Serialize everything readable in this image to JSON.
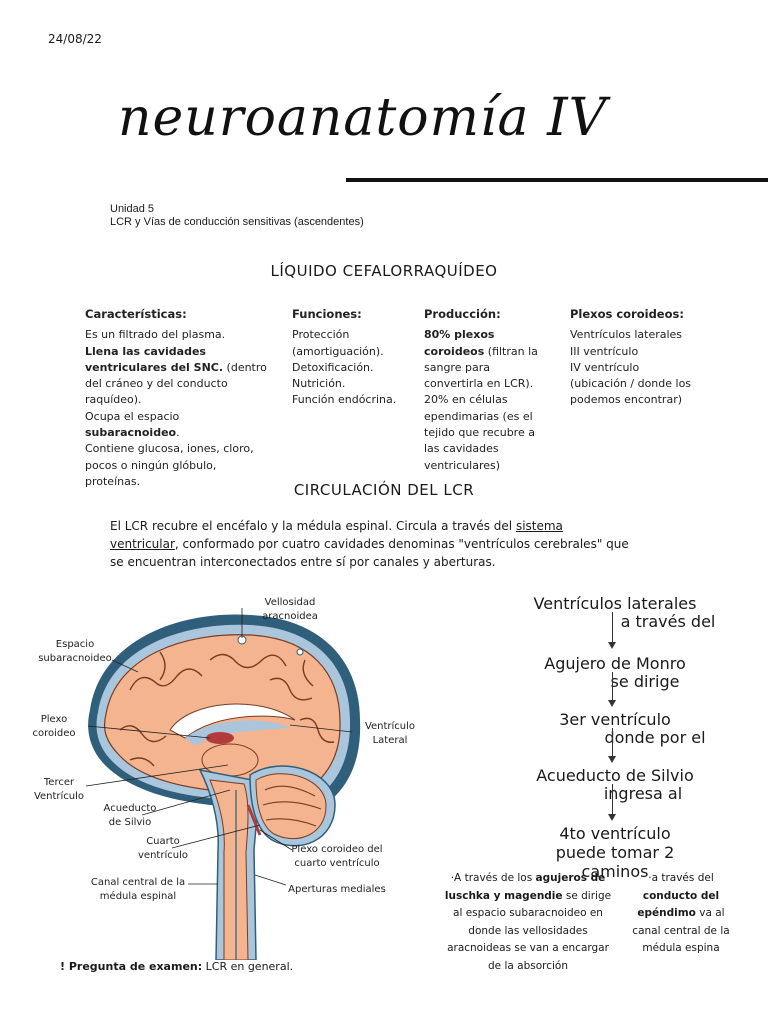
{
  "date": "24/08/22",
  "title": "neuroanatomía IV",
  "unit": {
    "line1": "Unidad 5",
    "line2": "LCR y Vías de conducción sensitivas (ascendentes)"
  },
  "section1": "LÍQUIDO CEFALORRAQUÍDEO",
  "columns": {
    "caracteristicas": {
      "heading": "Características:",
      "l1": "Es un filtrado del plasma.",
      "l2_bold": "Llena las cavidades ventriculares del SNC.",
      "l2_rest": " (dentro del cráneo y del conducto raquídeo).",
      "l3_pre": "Ocupa el espacio ",
      "l3_bold": "subaracnoideo",
      "l3_post": ".",
      "l4": "Contiene glucosa, iones, cloro, pocos o ningún glóbulo, proteínas."
    },
    "funciones": {
      "heading": "Funciones:",
      "items": [
        "Protección (amortiguación).",
        "Detoxificación.",
        "Nutrición.",
        "Función endócrina."
      ]
    },
    "produccion": {
      "heading": "Producción:",
      "bold": "80% plexos coroideos",
      "rest": " (filtran la sangre para convertirla en LCR). 20% en células ependimarias (es el tejido que recubre a las cavidades ventriculares)"
    },
    "plexos": {
      "heading": "Plexos coroideos:",
      "items": [
        "Ventrículos laterales",
        "III ventrículo",
        "IV ventrículo",
        "(ubicación / donde los podemos encontrar)"
      ]
    }
  },
  "section2": "CIRCULACIÓN DEL LCR",
  "intro": {
    "pre": "El LCR recubre el encéfalo y la médula espinal. Circula a través del ",
    "underlined": "sistema ventricular",
    "post": ", conformado por cuatro cavidades denominas \"ventrículos cerebrales\" que se encuentran interconectados entre sí por canales y aberturas."
  },
  "diagram_labels": {
    "vellosidad": "Vellosidad aracnoidea",
    "espacio": "Espacio subaracnoideo",
    "plexo": "Plexo coroideo",
    "tercer": "Tercer Ventrículo",
    "acueducto": "Acueducto de Silvio",
    "cuarto": "Cuarto ventrículo",
    "canal": "Canal central de la médula espinal",
    "ventriculo_lateral": "Ventrículo Lateral",
    "plexo_cuarto": "Plexo coroideo del cuarto ventrículo",
    "aperturas": "Aperturas mediales"
  },
  "flow": [
    {
      "node": "Ventrículos laterales",
      "connector": "a través del"
    },
    {
      "node": "Agujero de Monro",
      "connector": "se dirige"
    },
    {
      "node": "3er ventrículo",
      "connector": "donde por el"
    },
    {
      "node": "Acueducto de Silvio",
      "connector": "ingresa al"
    },
    {
      "node": "4to ventrículo",
      "connector": "puede tomar 2 caminos"
    }
  ],
  "branch_left": {
    "pre": "·A través de los ",
    "bold": "agujeros de luschka y magendie",
    "post": " se dirige al espacio subaracnoideo en donde las vellosidades aracnoideas se van a encargar de la absorción"
  },
  "branch_right": {
    "pre": "·a través del ",
    "bold": "conducto del epéndimo",
    "post": " va al canal central de la médula espina"
  },
  "exam": {
    "bold": "! Pregunta de examen:",
    "rest": " LCR en general."
  },
  "colors": {
    "brain": "#f3b48f",
    "csf": "#aac6dc",
    "dura": "#2f5f7a",
    "text": "#1a1a1a"
  }
}
